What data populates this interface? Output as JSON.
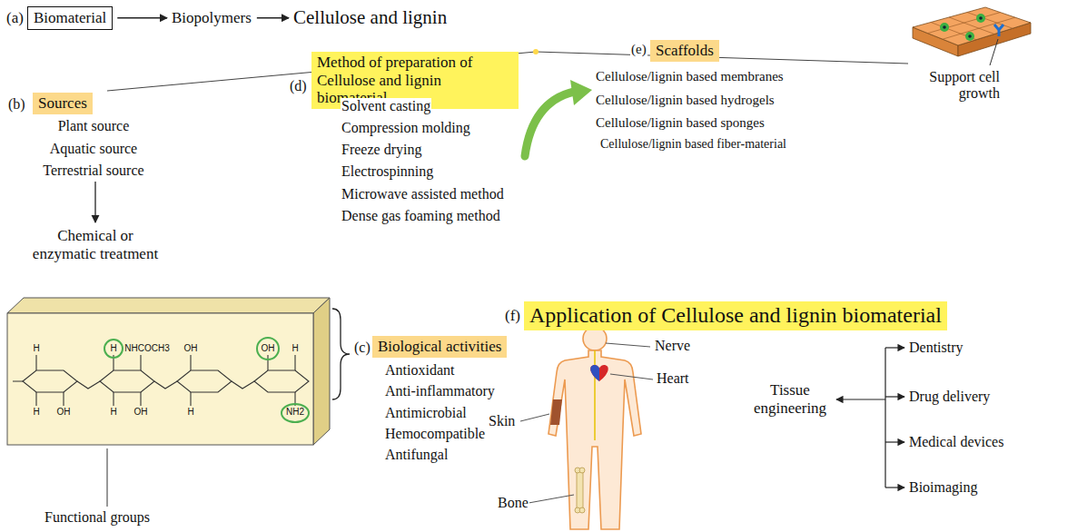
{
  "diagram": {
    "nodes": [
      {
        "text": [
          "Biomaterial"
        ]
      },
      {
        "text": [
          "Sources"
        ]
      },
      {
        "text": [
          "Method of preparation of Cellulose and lignin biomaterial"
        ]
      },
      {
        "text": [
          "Scaffolds"
        ]
      },
      {
        "text": [
          "Biological activities"
        ]
      },
      {
        "text": [
          "Application of Cellulose and lignin biomaterial"
        ]
      }
    ],
    "labels": [
      "(a)",
      "Biopolymers",
      "Cellulose and lignin",
      "(b)",
      "Plant source",
      "Aquatic source",
      "Terrestrial source",
      "Chemical or enzymatic treatment",
      "(d)",
      "Solvent casting",
      "Compression molding",
      "Freeze drying",
      "Electrospinning",
      "Microwave assisted method",
      "Dense gas foaming method",
      "(e)",
      "Cellulose/lignin based membranes",
      "Cellulose/lignin based hydrogels",
      "Cellulose/lignin based sponges",
      "Cellulose/lignin based fiber-material",
      "Support cell growth",
      "(c)",
      "Antioxidant",
      "Anti-inflammatory",
      "Antimicrobial",
      "Hemocompatible",
      "Antifungal",
      "Functional groups",
      "(f)",
      "Nerve",
      "Heart",
      "Skin",
      "Bone",
      "Tissue engineering",
      "Dentistry",
      "Drug delivery",
      "Medical devices",
      "Bioimaging",
      "H",
      "H",
      "NHCOCH3",
      "OH",
      "OH",
      "H",
      "H",
      "OH",
      "H",
      "OH",
      "H",
      "NH2"
    ]
  }
}
